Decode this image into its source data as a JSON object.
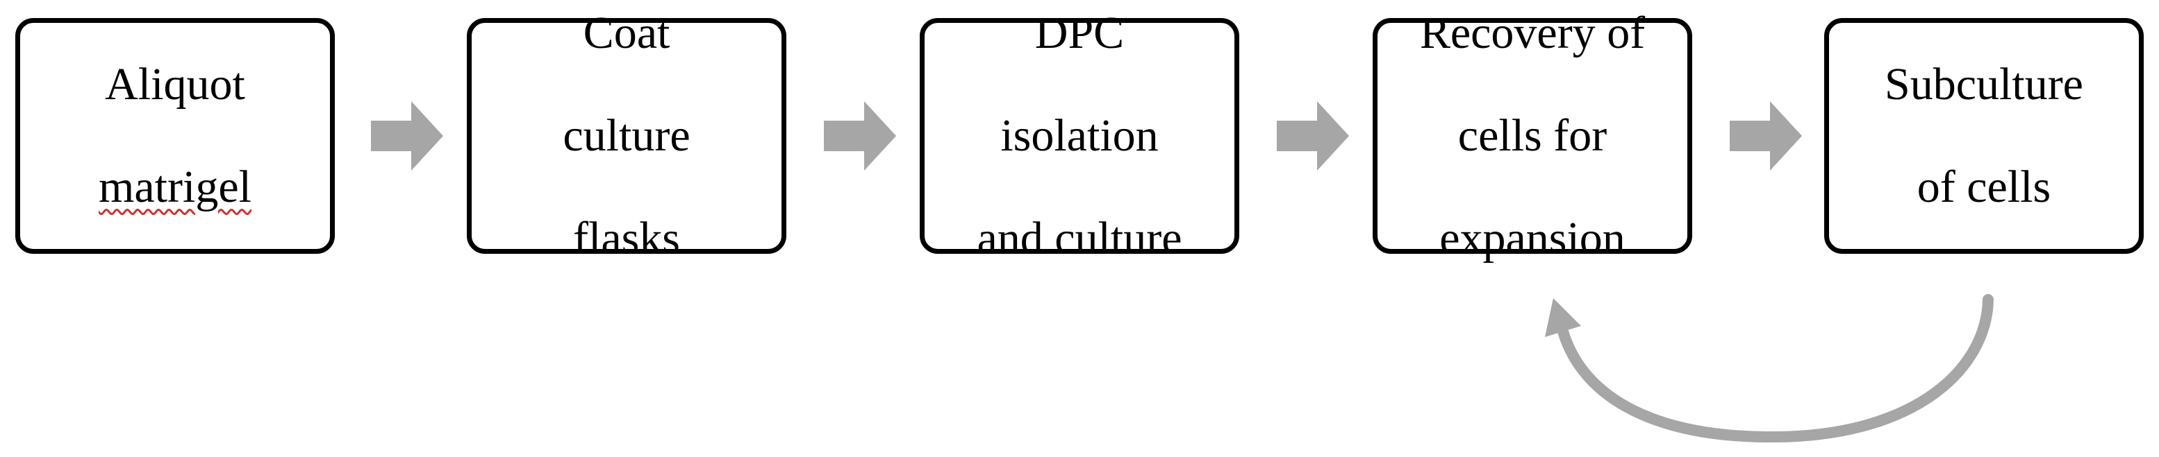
{
  "steps": [
    {
      "id": "aliquot-matrigel",
      "line1": "Aliquot",
      "line2": "matrigel",
      "line3": ""
    },
    {
      "id": "coat-culture-flasks",
      "line1": "Coat",
      "line2": "culture",
      "line3": "flasks"
    },
    {
      "id": "dpc-isolation-and-culture",
      "line1": "DPC",
      "line2": "isolation",
      "line3": "and culture"
    },
    {
      "id": "recovery-of-cells-for-expansion",
      "line1": "Recovery of",
      "line2": "cells for",
      "line3": "expansion"
    },
    {
      "id": "subculture-of-cells",
      "line1": "Subculture",
      "line2": "of cells",
      "line3": ""
    }
  ],
  "colors": {
    "box_border": "#000000",
    "arrow_fill": "#a6a6a6",
    "cycle_arrow": "#a6a6a6",
    "spellcheck": "#d0312d"
  },
  "icons": {
    "flow_arrow": "right-block-arrow-icon",
    "cycle_arrow": "curved-return-arrow-icon"
  }
}
